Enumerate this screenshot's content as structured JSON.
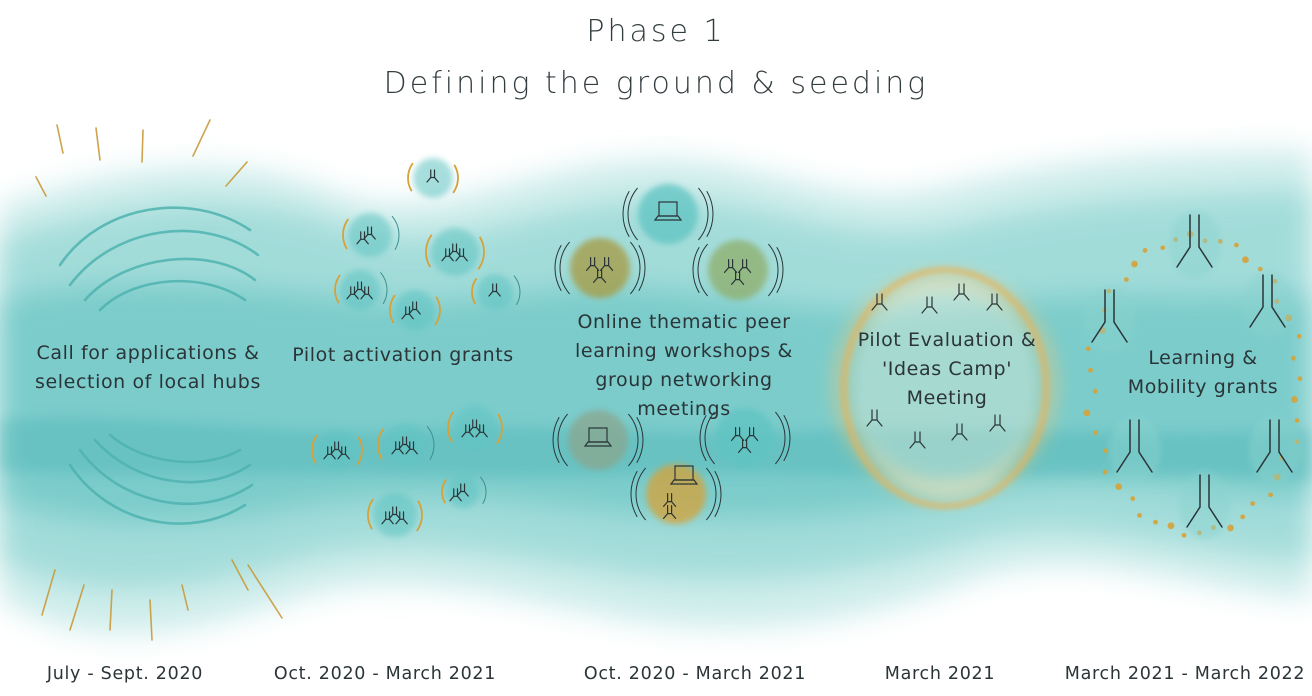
{
  "title": {
    "line1": "Phase 1",
    "line2": "Defining the ground & seeding"
  },
  "stages": [
    {
      "label_lines": [
        "Call for applications &",
        "selection of local hubs"
      ],
      "date": "July - Sept. 2020",
      "icon": "radiating-sun-icon"
    },
    {
      "label_lines": [
        "Pilot activation grants"
      ],
      "date": "Oct. 2020 - March 2021",
      "icon": "grant-circles-icon"
    },
    {
      "label_lines": [
        "Online thematic peer",
        "learning workshops &",
        "group networking meetings"
      ],
      "date": "Oct. 2020 - March 2021",
      "icon": "laptop-circles-icon"
    },
    {
      "label_lines": [
        "Pilot Evaluation &",
        "'Ideas Camp' Meeting"
      ],
      "date": "March 2021",
      "icon": "camp-ring-icon"
    },
    {
      "label_lines": [
        "Learning &",
        "Mobility grants"
      ],
      "date": "March 2021 - March 2022",
      "icon": "dotted-ring-icon"
    }
  ],
  "colors": {
    "river": "#5bbfc0",
    "river_light": "#a8dfdc",
    "gold": "#d6a238",
    "olive": "#a79a3f",
    "ink": "#2b3538"
  }
}
